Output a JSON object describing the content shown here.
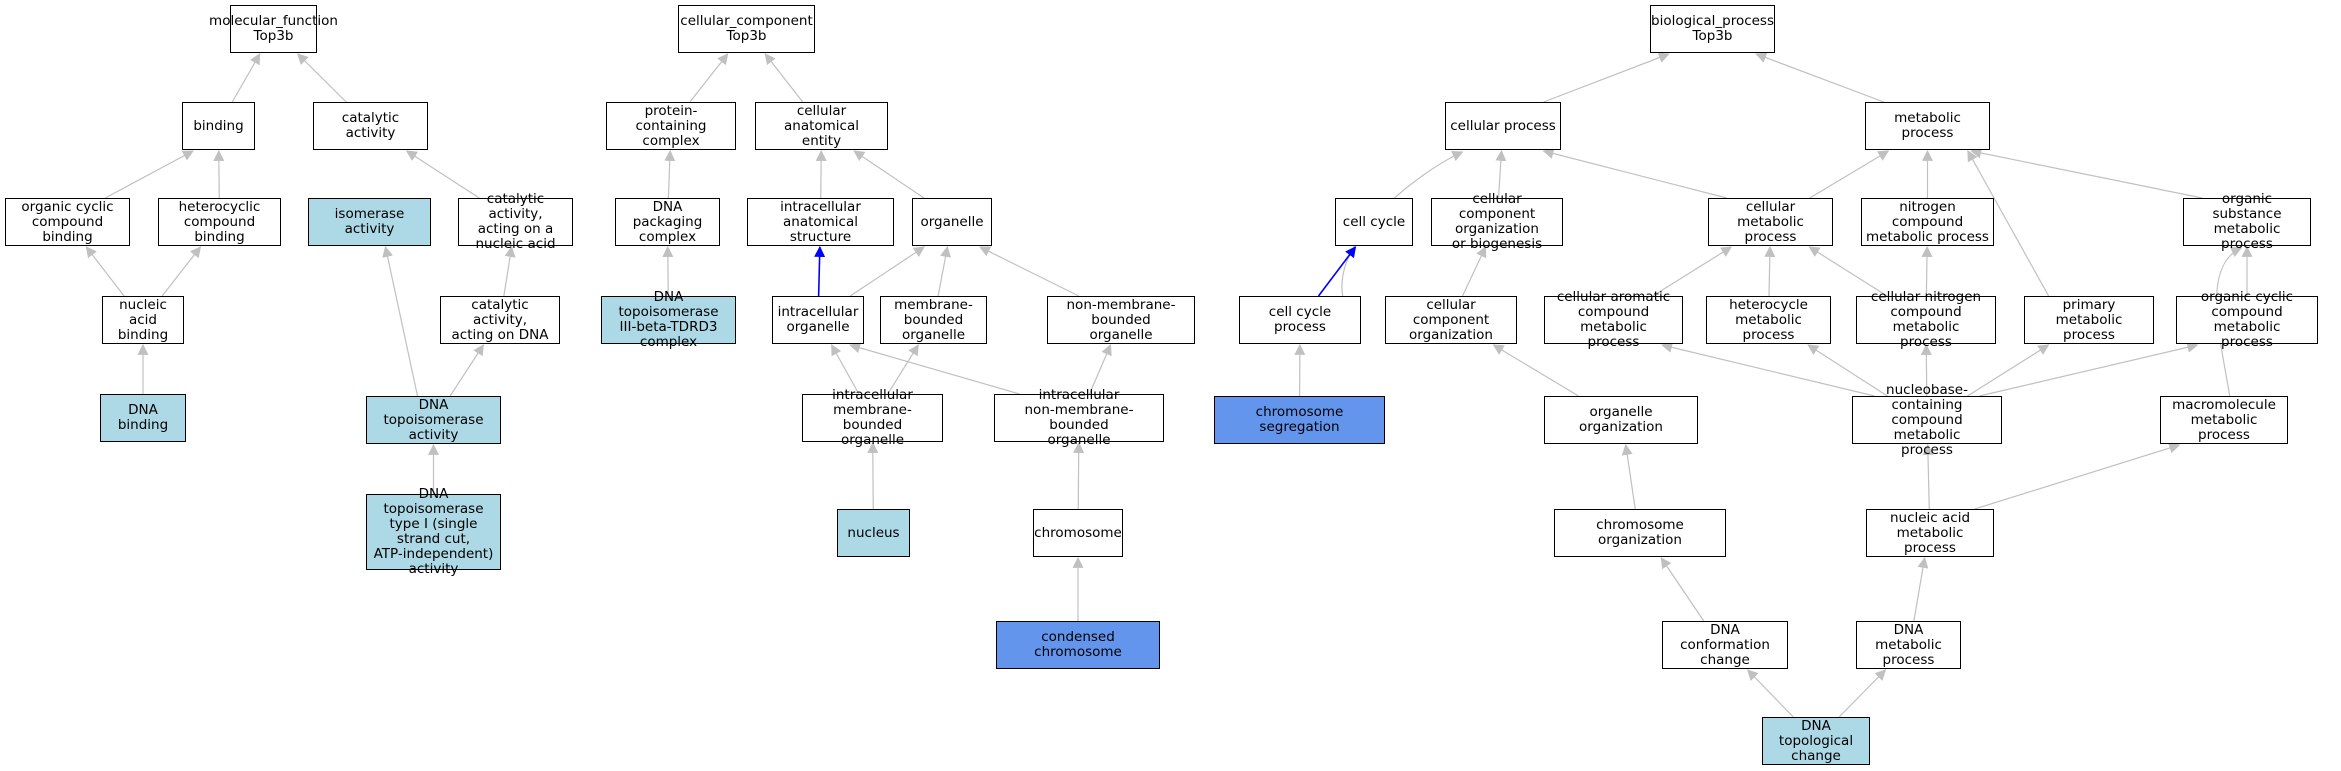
{
  "colors": {
    "edge": "#c0c0c0",
    "highlight_edge": "#0000ff",
    "node_fill": "#ffffff",
    "annotated_fill": "#add8e6",
    "direct_fill": "#6495ed"
  },
  "nodes": [
    {
      "id": "mf",
      "label": "molecular_function\nTop3b",
      "fill": "white"
    },
    {
      "id": "binding",
      "label": "binding",
      "fill": "white"
    },
    {
      "id": "catalytic",
      "label": "catalytic activity",
      "fill": "white"
    },
    {
      "id": "ocb",
      "label": "organic cyclic\ncompound binding",
      "fill": "white"
    },
    {
      "id": "hcb",
      "label": "heterocyclic\ncompound binding",
      "fill": "white"
    },
    {
      "id": "isomerase",
      "label": "isomerase activity",
      "fill": "light"
    },
    {
      "id": "cat_na",
      "label": "catalytic activity,\nacting on a\nnucleic acid",
      "fill": "white"
    },
    {
      "id": "nab",
      "label": "nucleic acid\nbinding",
      "fill": "white"
    },
    {
      "id": "cat_dna",
      "label": "catalytic activity,\nacting on DNA",
      "fill": "white"
    },
    {
      "id": "dnab",
      "label": "DNA binding",
      "fill": "light"
    },
    {
      "id": "topo",
      "label": "DNA topoisomerase\nactivity",
      "fill": "light"
    },
    {
      "id": "topo1",
      "label": "DNA topoisomerase\ntype I (single\nstrand cut,\nATP-independent)\nactivity",
      "fill": "light"
    },
    {
      "id": "cc",
      "label": "cellular_component\nTop3b",
      "fill": "white"
    },
    {
      "id": "pcc",
      "label": "protein-containing\ncomplex",
      "fill": "white"
    },
    {
      "id": "cae",
      "label": "cellular anatomical\nentity",
      "fill": "white"
    },
    {
      "id": "dpc",
      "label": "DNA packaging\ncomplex",
      "fill": "white"
    },
    {
      "id": "ias",
      "label": "intracellular\nanatomical structure",
      "fill": "white"
    },
    {
      "id": "organelle",
      "label": "organelle",
      "fill": "white"
    },
    {
      "id": "topo3",
      "label": "DNA topoisomerase\nIII-beta-TDRD3\ncomplex",
      "fill": "light"
    },
    {
      "id": "io",
      "label": "intracellular\norganelle",
      "fill": "white"
    },
    {
      "id": "mbo",
      "label": "membrane-bounded\norganelle",
      "fill": "white"
    },
    {
      "id": "nmbo",
      "label": "non-membrane-bounded\norganelle",
      "fill": "white"
    },
    {
      "id": "imbo",
      "label": "intracellular\nmembrane-bounded\norganelle",
      "fill": "white"
    },
    {
      "id": "inmbo",
      "label": "intracellular\nnon-membrane-bounded\norganelle",
      "fill": "white"
    },
    {
      "id": "nucleus",
      "label": "nucleus",
      "fill": "light"
    },
    {
      "id": "chromosome",
      "label": "chromosome",
      "fill": "white"
    },
    {
      "id": "condensed",
      "label": "condensed chromosome",
      "fill": "dark"
    },
    {
      "id": "bp",
      "label": "biological_process\nTop3b",
      "fill": "white"
    },
    {
      "id": "cp",
      "label": "cellular process",
      "fill": "white"
    },
    {
      "id": "mp",
      "label": "metabolic process",
      "fill": "white"
    },
    {
      "id": "cellcycle",
      "label": "cell cycle",
      "fill": "white"
    },
    {
      "id": "ccob",
      "label": "cellular component\norganization\nor biogenesis",
      "fill": "white"
    },
    {
      "id": "cmp",
      "label": "cellular metabolic\nprocess",
      "fill": "white"
    },
    {
      "id": "ncmp",
      "label": "nitrogen compound\nmetabolic process",
      "fill": "white"
    },
    {
      "id": "osmp",
      "label": "organic substance\nmetabolic process",
      "fill": "white"
    },
    {
      "id": "ccp",
      "label": "cell cycle process",
      "fill": "white"
    },
    {
      "id": "cco",
      "label": "cellular component\norganization",
      "fill": "white"
    },
    {
      "id": "cacmp",
      "label": "cellular aromatic\ncompound metabolic\nprocess",
      "fill": "white"
    },
    {
      "id": "hmp",
      "label": "heterocycle\nmetabolic process",
      "fill": "white"
    },
    {
      "id": "cncmp",
      "label": "cellular nitrogen\ncompound metabolic\nprocess",
      "fill": "white"
    },
    {
      "id": "pmp",
      "label": "primary metabolic\nprocess",
      "fill": "white"
    },
    {
      "id": "occmp",
      "label": "organic cyclic\ncompound metabolic\nprocess",
      "fill": "white"
    },
    {
      "id": "chromseg",
      "label": "chromosome segregation",
      "fill": "dark"
    },
    {
      "id": "oo",
      "label": "organelle organization",
      "fill": "white"
    },
    {
      "id": "nccmp",
      "label": "nucleobase-containing\ncompound metabolic\nprocess",
      "fill": "white"
    },
    {
      "id": "mmp",
      "label": "macromolecule\nmetabolic process",
      "fill": "white"
    },
    {
      "id": "co",
      "label": "chromosome organization",
      "fill": "white"
    },
    {
      "id": "namp",
      "label": "nucleic acid\nmetabolic process",
      "fill": "white"
    },
    {
      "id": "dcc",
      "label": "DNA conformation\nchange",
      "fill": "white"
    },
    {
      "id": "dmp",
      "label": "DNA metabolic\nprocess",
      "fill": "white"
    },
    {
      "id": "dtc",
      "label": "DNA topological\nchange",
      "fill": "light"
    }
  ],
  "edges": [
    {
      "from": "binding",
      "to": "mf"
    },
    {
      "from": "catalytic",
      "to": "mf"
    },
    {
      "from": "ocb",
      "to": "binding"
    },
    {
      "from": "hcb",
      "to": "binding"
    },
    {
      "from": "nab",
      "to": "ocb"
    },
    {
      "from": "nab",
      "to": "hcb"
    },
    {
      "from": "dnab",
      "to": "nab"
    },
    {
      "from": "cat_na",
      "to": "catalytic"
    },
    {
      "from": "cat_dna",
      "to": "cat_na"
    },
    {
      "from": "topo",
      "to": "isomerase"
    },
    {
      "from": "topo",
      "to": "cat_dna"
    },
    {
      "from": "topo1",
      "to": "topo"
    },
    {
      "from": "pcc",
      "to": "cc"
    },
    {
      "from": "cae",
      "to": "cc"
    },
    {
      "from": "dpc",
      "to": "pcc"
    },
    {
      "from": "topo3",
      "to": "dpc"
    },
    {
      "from": "ias",
      "to": "cae"
    },
    {
      "from": "organelle",
      "to": "cae"
    },
    {
      "from": "io",
      "to": "ias",
      "highlight": true
    },
    {
      "from": "io",
      "to": "organelle"
    },
    {
      "from": "mbo",
      "to": "organelle"
    },
    {
      "from": "nmbo",
      "to": "organelle"
    },
    {
      "from": "imbo",
      "to": "io"
    },
    {
      "from": "imbo",
      "to": "mbo"
    },
    {
      "from": "inmbo",
      "to": "io"
    },
    {
      "from": "inmbo",
      "to": "nmbo"
    },
    {
      "from": "nucleus",
      "to": "imbo"
    },
    {
      "from": "chromosome",
      "to": "inmbo"
    },
    {
      "from": "condensed",
      "to": "chromosome"
    },
    {
      "from": "cp",
      "to": "bp"
    },
    {
      "from": "mp",
      "to": "bp"
    },
    {
      "from": "ccp",
      "to": "cp",
      "curve": true
    },
    {
      "from": "ccp",
      "to": "cellcycle",
      "highlight": true
    },
    {
      "from": "ccob",
      "to": "cp"
    },
    {
      "from": "cmp",
      "to": "cp"
    },
    {
      "from": "cmp",
      "to": "mp"
    },
    {
      "from": "ncmp",
      "to": "mp"
    },
    {
      "from": "osmp",
      "to": "mp"
    },
    {
      "from": "pmp",
      "to": "mp"
    },
    {
      "from": "chromseg",
      "to": "ccp"
    },
    {
      "from": "cco",
      "to": "ccob"
    },
    {
      "from": "oo",
      "to": "cco"
    },
    {
      "from": "co",
      "to": "oo"
    },
    {
      "from": "dcc",
      "to": "co"
    },
    {
      "from": "cacmp",
      "to": "cmp"
    },
    {
      "from": "hmp",
      "to": "cmp"
    },
    {
      "from": "cncmp",
      "to": "cmp"
    },
    {
      "from": "cncmp",
      "to": "ncmp"
    },
    {
      "from": "occmp",
      "to": "osmp"
    },
    {
      "from": "nccmp",
      "to": "cacmp"
    },
    {
      "from": "nccmp",
      "to": "hmp"
    },
    {
      "from": "nccmp",
      "to": "cncmp"
    },
    {
      "from": "nccmp",
      "to": "pmp"
    },
    {
      "from": "nccmp",
      "to": "occmp"
    },
    {
      "from": "mmp",
      "to": "osmp",
      "curve": true
    },
    {
      "from": "namp",
      "to": "nccmp"
    },
    {
      "from": "namp",
      "to": "mmp"
    },
    {
      "from": "dmp",
      "to": "namp"
    },
    {
      "from": "dtc",
      "to": "dcc"
    },
    {
      "from": "dtc",
      "to": "dmp"
    }
  ]
}
